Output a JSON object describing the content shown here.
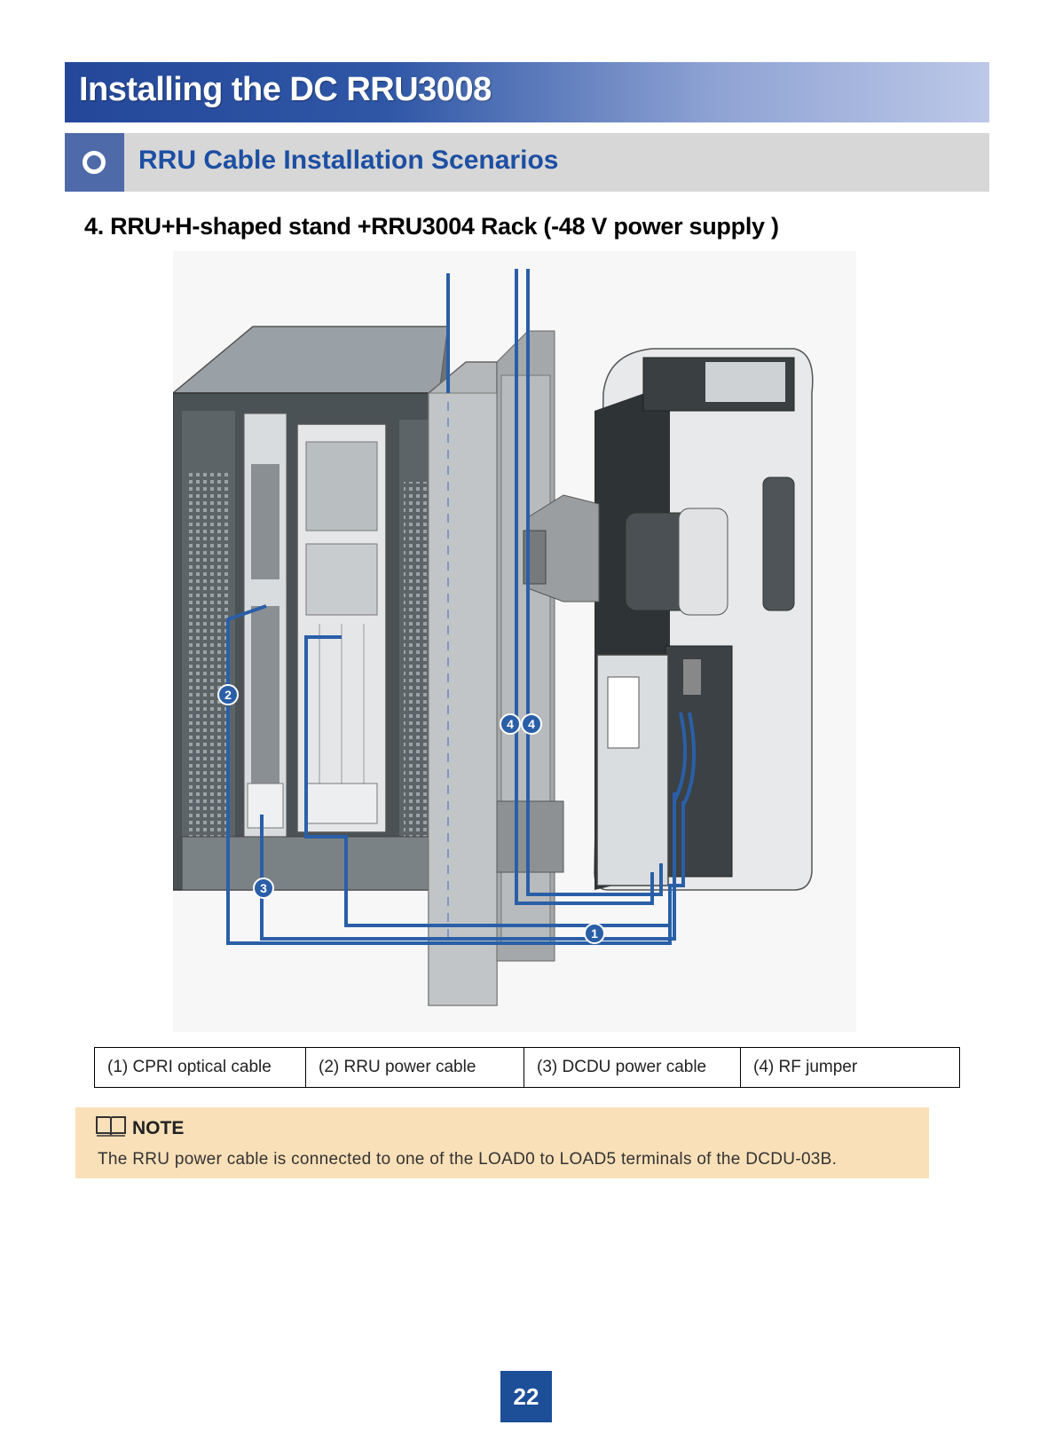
{
  "header": {
    "title": "Installing the DC RRU3008",
    "section_title": "RRU Cable Installation Scenarios",
    "subtitle": "4. RRU+H-shaped stand +RRU3004 Rack (-48 V power supply )"
  },
  "figure": {
    "callouts": {
      "c1": "1",
      "c2": "2",
      "c3": "3",
      "c4a": "4",
      "c4b": "4"
    }
  },
  "legend": {
    "items": [
      "(1) CPRI optical cable",
      "(2) RRU power cable",
      "(3) DCDU power cable",
      "(4) RF jumper"
    ]
  },
  "note": {
    "title": "NOTE",
    "text": "The RRU power cable is connected to one of the LOAD0 to LOAD5 terminals of the DCDU-03B."
  },
  "footer": {
    "page_number": "22"
  },
  "colors": {
    "title_bar": "#24479a",
    "section_text": "#1d4fa2",
    "cable": "#2a5fa8",
    "note_bg": "#fae0b8",
    "page_badge": "#1d4e98"
  }
}
